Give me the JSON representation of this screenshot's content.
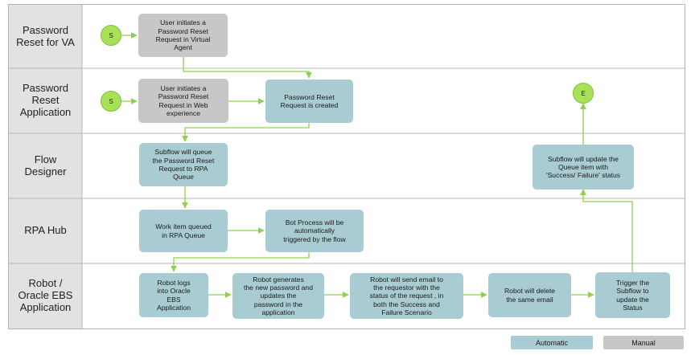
{
  "lanes": [
    {
      "id": "va",
      "label": "Password\nReset for VA"
    },
    {
      "id": "app",
      "label": "Password\nReset\nApplication"
    },
    {
      "id": "flow",
      "label": "Flow\nDesigner"
    },
    {
      "id": "rpa",
      "label": "RPA Hub"
    },
    {
      "id": "robot",
      "label": "Robot /\nOracle EBS\nApplication"
    }
  ],
  "nodes": {
    "start_va": "S",
    "va_initiate": "User initiates a\nPassword Reset\nRequest in Virtual\nAgent",
    "start_app": "S",
    "web_initiate": "User initiates a\nPassword Reset\nRequest in Web\nexperience",
    "request_created": "Password Reset\nRequest is created",
    "end": "E",
    "subflow_queue": "Subflow  will queue\nthe Password Reset\nRequest to RPA\nQueue",
    "subflow_update": "Subflow will update the\nQueue item with\n'Success/ Failure' status",
    "work_item": "Work item queued\nin RPA Queue",
    "bot_process": "Bot Process will be\nautomatically\ntriggered by the flow",
    "robot_login": "Robot logs\ninto Oracle\nEBS\nApplication",
    "robot_generate": "Robot generates\nthe new password and\nupdates the\npassword  in the\napplication",
    "robot_email": "Robot will send email to\nthe requestor with the\nstatus of the request , in\nboth the Success and\nFailure Scenario",
    "robot_delete": "Robot will delete\nthe same email",
    "trigger_subflow": "Trigger the\nSubflow to\nupdate the\nStatus"
  },
  "legend": {
    "automatic": "Automatic",
    "manual": "Manual"
  },
  "colors": {
    "automatic": "#a9ccd3",
    "manual": "#c7c7c7",
    "connector": "#8fd14f",
    "lane_header": "#e2e2e2"
  }
}
